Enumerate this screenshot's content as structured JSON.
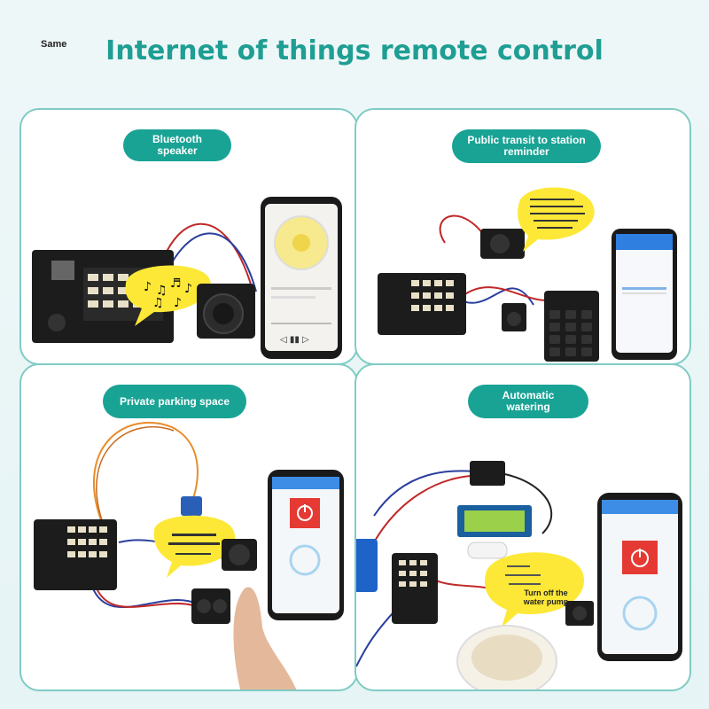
{
  "brand": {
    "label": "Same"
  },
  "page": {
    "title": "Internet of things remote control"
  },
  "panels": [
    {
      "label": "Bluetooth\nspeaker"
    },
    {
      "label": "Public transit to station\nreminder"
    },
    {
      "label": "Private parking space"
    },
    {
      "label": "Automatic\nwatering",
      "bubble": "Turn off the\nwater pump"
    }
  ],
  "colors": {
    "accent": "#19a395",
    "border": "#7fcbc4",
    "bubble": "#fde837",
    "board": "#1c1c1c",
    "phone": "#1a1a1a",
    "power_button": "#e53a34"
  },
  "icons": [
    "music-note-icon",
    "power-icon",
    "speaker-icon"
  ]
}
